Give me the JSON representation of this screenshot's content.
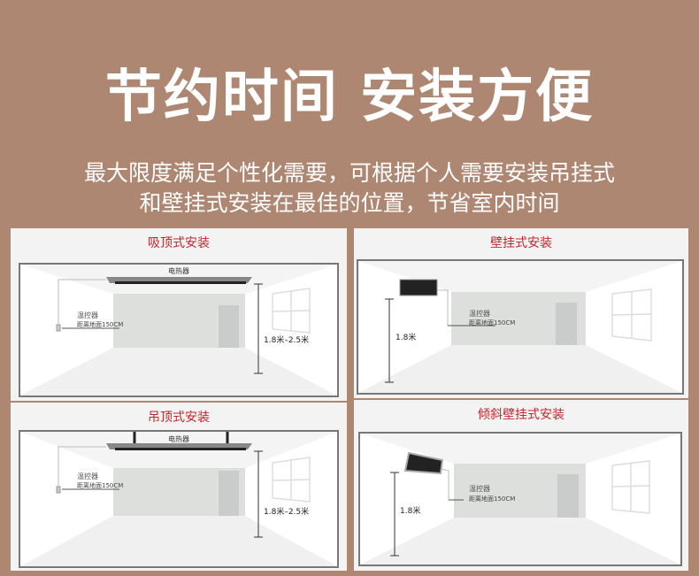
{
  "headline": "节约时间 安装方便",
  "subtitle_line1": "最大限度满足个性化需要，可根据个人需要安装吊挂式",
  "subtitle_line2": "和壁挂式安装在最佳的位置，节省室内时间",
  "panels": [
    {
      "title": "吸顶式安装",
      "heater_label": "电热器",
      "thermostat": "温控器",
      "thermostat_height": "距离地面150CM",
      "height": "1.8米–2.5米"
    },
    {
      "title": "壁挂式安装",
      "thermostat": "温控器",
      "thermostat_height": "距离地面150CM",
      "height": "1.8米"
    },
    {
      "title": "吊顶式安装",
      "heater_label": "电热器",
      "thermostat": "温控器",
      "thermostat_height": "距离地面150CM",
      "height": "1.8米–2.5米"
    },
    {
      "title": "倾斜壁挂式安装",
      "thermostat": "温控器",
      "thermostat_height": "距离地面150CM",
      "height": "1.8米"
    }
  ],
  "colors": {
    "background": "#ae8773",
    "title_red": "#c4262c"
  }
}
